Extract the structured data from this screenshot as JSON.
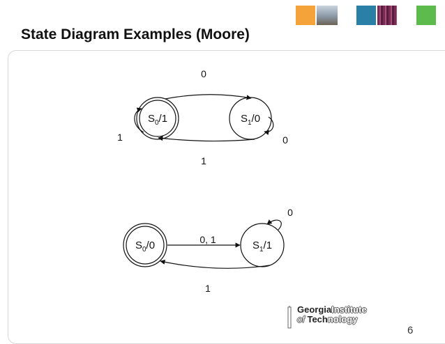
{
  "slide": {
    "title": "State Diagram Examples (Moore)",
    "page_number": "6"
  },
  "logo": {
    "line1_bold": "Georgia",
    "line1_light": "Institute",
    "line2_prefix": "of ",
    "line2_bold": "Tech",
    "line2_light": "nology"
  },
  "diagram1": {
    "states": [
      {
        "id": "S0",
        "base": "S",
        "sub": "0",
        "output": "/1",
        "accepting": true
      },
      {
        "id": "S1",
        "base": "S",
        "sub": "1",
        "output": "/0",
        "accepting": false
      }
    ],
    "transitions": [
      {
        "from": "S0",
        "to": "S1",
        "label": "0"
      },
      {
        "from": "S1",
        "to": "S0",
        "label": "1"
      },
      {
        "from": "S0",
        "to": "S0",
        "label": "1"
      },
      {
        "from": "S1",
        "to": "S1",
        "label": "0"
      }
    ]
  },
  "diagram2": {
    "states": [
      {
        "id": "S0",
        "base": "S",
        "sub": "0",
        "output": "/0",
        "accepting": true
      },
      {
        "id": "S1",
        "base": "S",
        "sub": "1",
        "output": "/1",
        "accepting": false
      }
    ],
    "transitions": [
      {
        "from": "S0",
        "to": "S1",
        "label": "0, 1"
      },
      {
        "from": "S1",
        "to": "S0",
        "label": "1"
      },
      {
        "from": "S1",
        "to": "S1",
        "label": "0"
      }
    ]
  }
}
